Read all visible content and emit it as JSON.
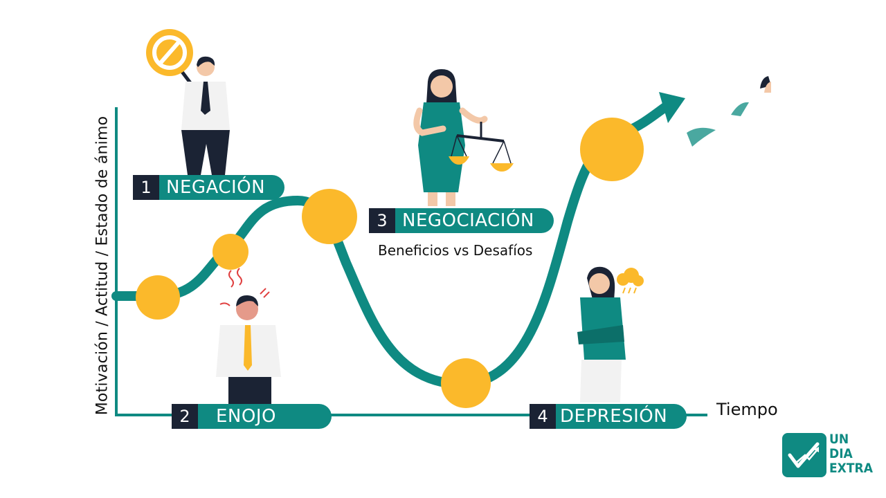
{
  "axes": {
    "y_label": "Motivación / Actitud / Estado de ánimo",
    "x_label": "Tiempo"
  },
  "stages": [
    {
      "number": "1",
      "name": "NEGACIÓN"
    },
    {
      "number": "2",
      "name": "ENOJO"
    },
    {
      "number": "3",
      "name": "NEGOCIACIÓN"
    },
    {
      "number": "4",
      "name": "DEPRESIÓN"
    }
  ],
  "subtitle": "Beneficios vs Desafíos",
  "logo": {
    "line1": "UN",
    "line2": "DIA",
    "line3": "EXTRA"
  },
  "colors": {
    "teal": "#0f8a82",
    "yellow": "#fbb92b",
    "navy": "#1b2334",
    "white_shirt": "#f2f2f2"
  },
  "icons": [
    "prohibited-sign-icon",
    "scale-icon",
    "storm-cloud-icon",
    "check-chart-icon",
    "arrow-head-icon"
  ]
}
